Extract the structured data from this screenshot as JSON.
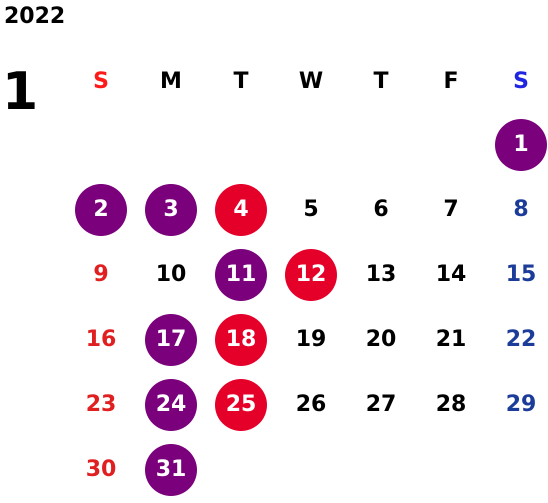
{
  "calendar": {
    "year": "2022",
    "month": "1",
    "weekdays": [
      "S",
      "M",
      "T",
      "W",
      "T",
      "F",
      "S"
    ],
    "colors": {
      "purple_marker": "#7b007b",
      "red_marker": "#e5002a",
      "sunday_text": "#e02020",
      "saturday_text": "#1c3c99"
    },
    "weeks": [
      [
        {
          "d": ""
        },
        {
          "d": ""
        },
        {
          "d": ""
        },
        {
          "d": ""
        },
        {
          "d": ""
        },
        {
          "d": ""
        },
        {
          "d": "1",
          "m": "purple"
        }
      ],
      [
        {
          "d": "2",
          "m": "purple"
        },
        {
          "d": "3",
          "m": "purple"
        },
        {
          "d": "4",
          "m": "red"
        },
        {
          "d": "5"
        },
        {
          "d": "6"
        },
        {
          "d": "7"
        },
        {
          "d": "8"
        }
      ],
      [
        {
          "d": "9"
        },
        {
          "d": "10"
        },
        {
          "d": "11",
          "m": "purple"
        },
        {
          "d": "12",
          "m": "red"
        },
        {
          "d": "13"
        },
        {
          "d": "14"
        },
        {
          "d": "15"
        }
      ],
      [
        {
          "d": "16"
        },
        {
          "d": "17",
          "m": "purple"
        },
        {
          "d": "18",
          "m": "red"
        },
        {
          "d": "19"
        },
        {
          "d": "20"
        },
        {
          "d": "21"
        },
        {
          "d": "22"
        }
      ],
      [
        {
          "d": "23"
        },
        {
          "d": "24",
          "m": "purple"
        },
        {
          "d": "25",
          "m": "red"
        },
        {
          "d": "26"
        },
        {
          "d": "27"
        },
        {
          "d": "28"
        },
        {
          "d": "29"
        }
      ],
      [
        {
          "d": "30"
        },
        {
          "d": "31",
          "m": "purple"
        },
        {
          "d": ""
        },
        {
          "d": ""
        },
        {
          "d": ""
        },
        {
          "d": ""
        },
        {
          "d": ""
        }
      ]
    ]
  }
}
